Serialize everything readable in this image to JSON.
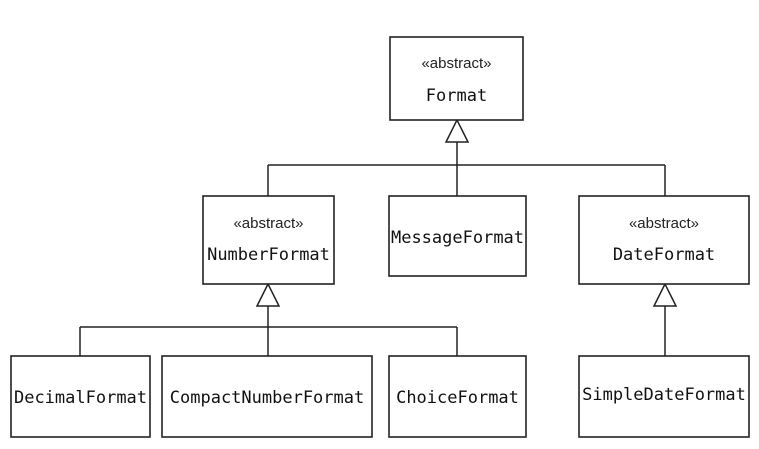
{
  "diagram": {
    "classes": {
      "format": {
        "stereotype": "«abstract»",
        "name": "Format"
      },
      "number_format": {
        "stereotype": "«abstract»",
        "name": "NumberFormat"
      },
      "message_format": {
        "name": "MessageFormat"
      },
      "date_format": {
        "stereotype": "«abstract»",
        "name": "DateFormat"
      },
      "decimal_format": {
        "name": "DecimalFormat"
      },
      "compact_number_format": {
        "name": "CompactNumberFormat"
      },
      "choice_format": {
        "name": "ChoiceFormat"
      },
      "simple_date_format": {
        "name": "SimpleDateFormat"
      }
    },
    "line_color": "#222222",
    "background_color": "#ffffff"
  }
}
